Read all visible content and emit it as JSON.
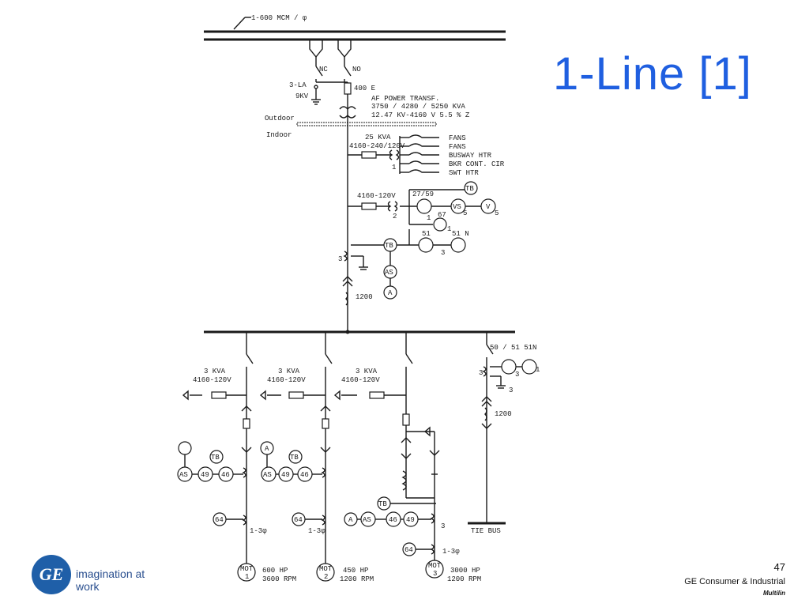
{
  "slide": {
    "title": "1-Line [1]",
    "page_number": "47",
    "company": "GE Consumer & Industrial",
    "brand": "Multilin",
    "logo_text": "GE",
    "tagline": "imagination at work"
  },
  "labels": {
    "feed": "1-600 MCM / φ",
    "nc": "NC",
    "no": "NO",
    "la": "3-LA",
    "la_kv": "9KV",
    "fuse": "400 E",
    "xfmr1": "AF POWER TRANSF.",
    "xfmr2": "3750 / 4280 / 5250 KVA",
    "xfmr3": "12.47 KV-4160 V 5.5 % Z",
    "outdoor": "Outdoor",
    "indoor": "Indoor",
    "aux_kva": "25 KVA",
    "aux_v": "4160-240/120V",
    "aux_one": "1",
    "loads": [
      "FANS",
      "FANS",
      "BUSWAY HTR",
      "BKR CONT. CIR",
      "SWT HTR"
    ],
    "pt_v": "4160-120V",
    "pt_two": "2",
    "r2759": "27/59",
    "tb": "TB",
    "vs": "VS",
    "v": "V",
    "r67": "67",
    "r51": "51",
    "r51n": "51 N",
    "as": "AS",
    "a": "A",
    "n1": "1",
    "n3": "3",
    "n5": "5",
    "ct1200": "1200",
    "feeders": [
      {
        "kva": "3 KVA",
        "v": "4160-120V",
        "hp": "600 HP",
        "rpm": "3600 RPM",
        "mot": "MOT",
        "num": "1"
      },
      {
        "kva": "3 KVA",
        "v": "4160-120V",
        "hp": "450 HP",
        "rpm": "1200 RPM",
        "mot": "MOT",
        "num": "2"
      },
      {
        "kva": "3 KVA",
        "v": "4160-120V",
        "hp": "3000 HP",
        "rpm": "1200 RPM",
        "mot": "MOT",
        "num": "3"
      }
    ],
    "r49": "49",
    "r46": "46",
    "r64": "64",
    "one_three_phase": "1-3φ",
    "tie_relay": "50 / 51 51N",
    "tie_bus": "TIE BUS"
  }
}
